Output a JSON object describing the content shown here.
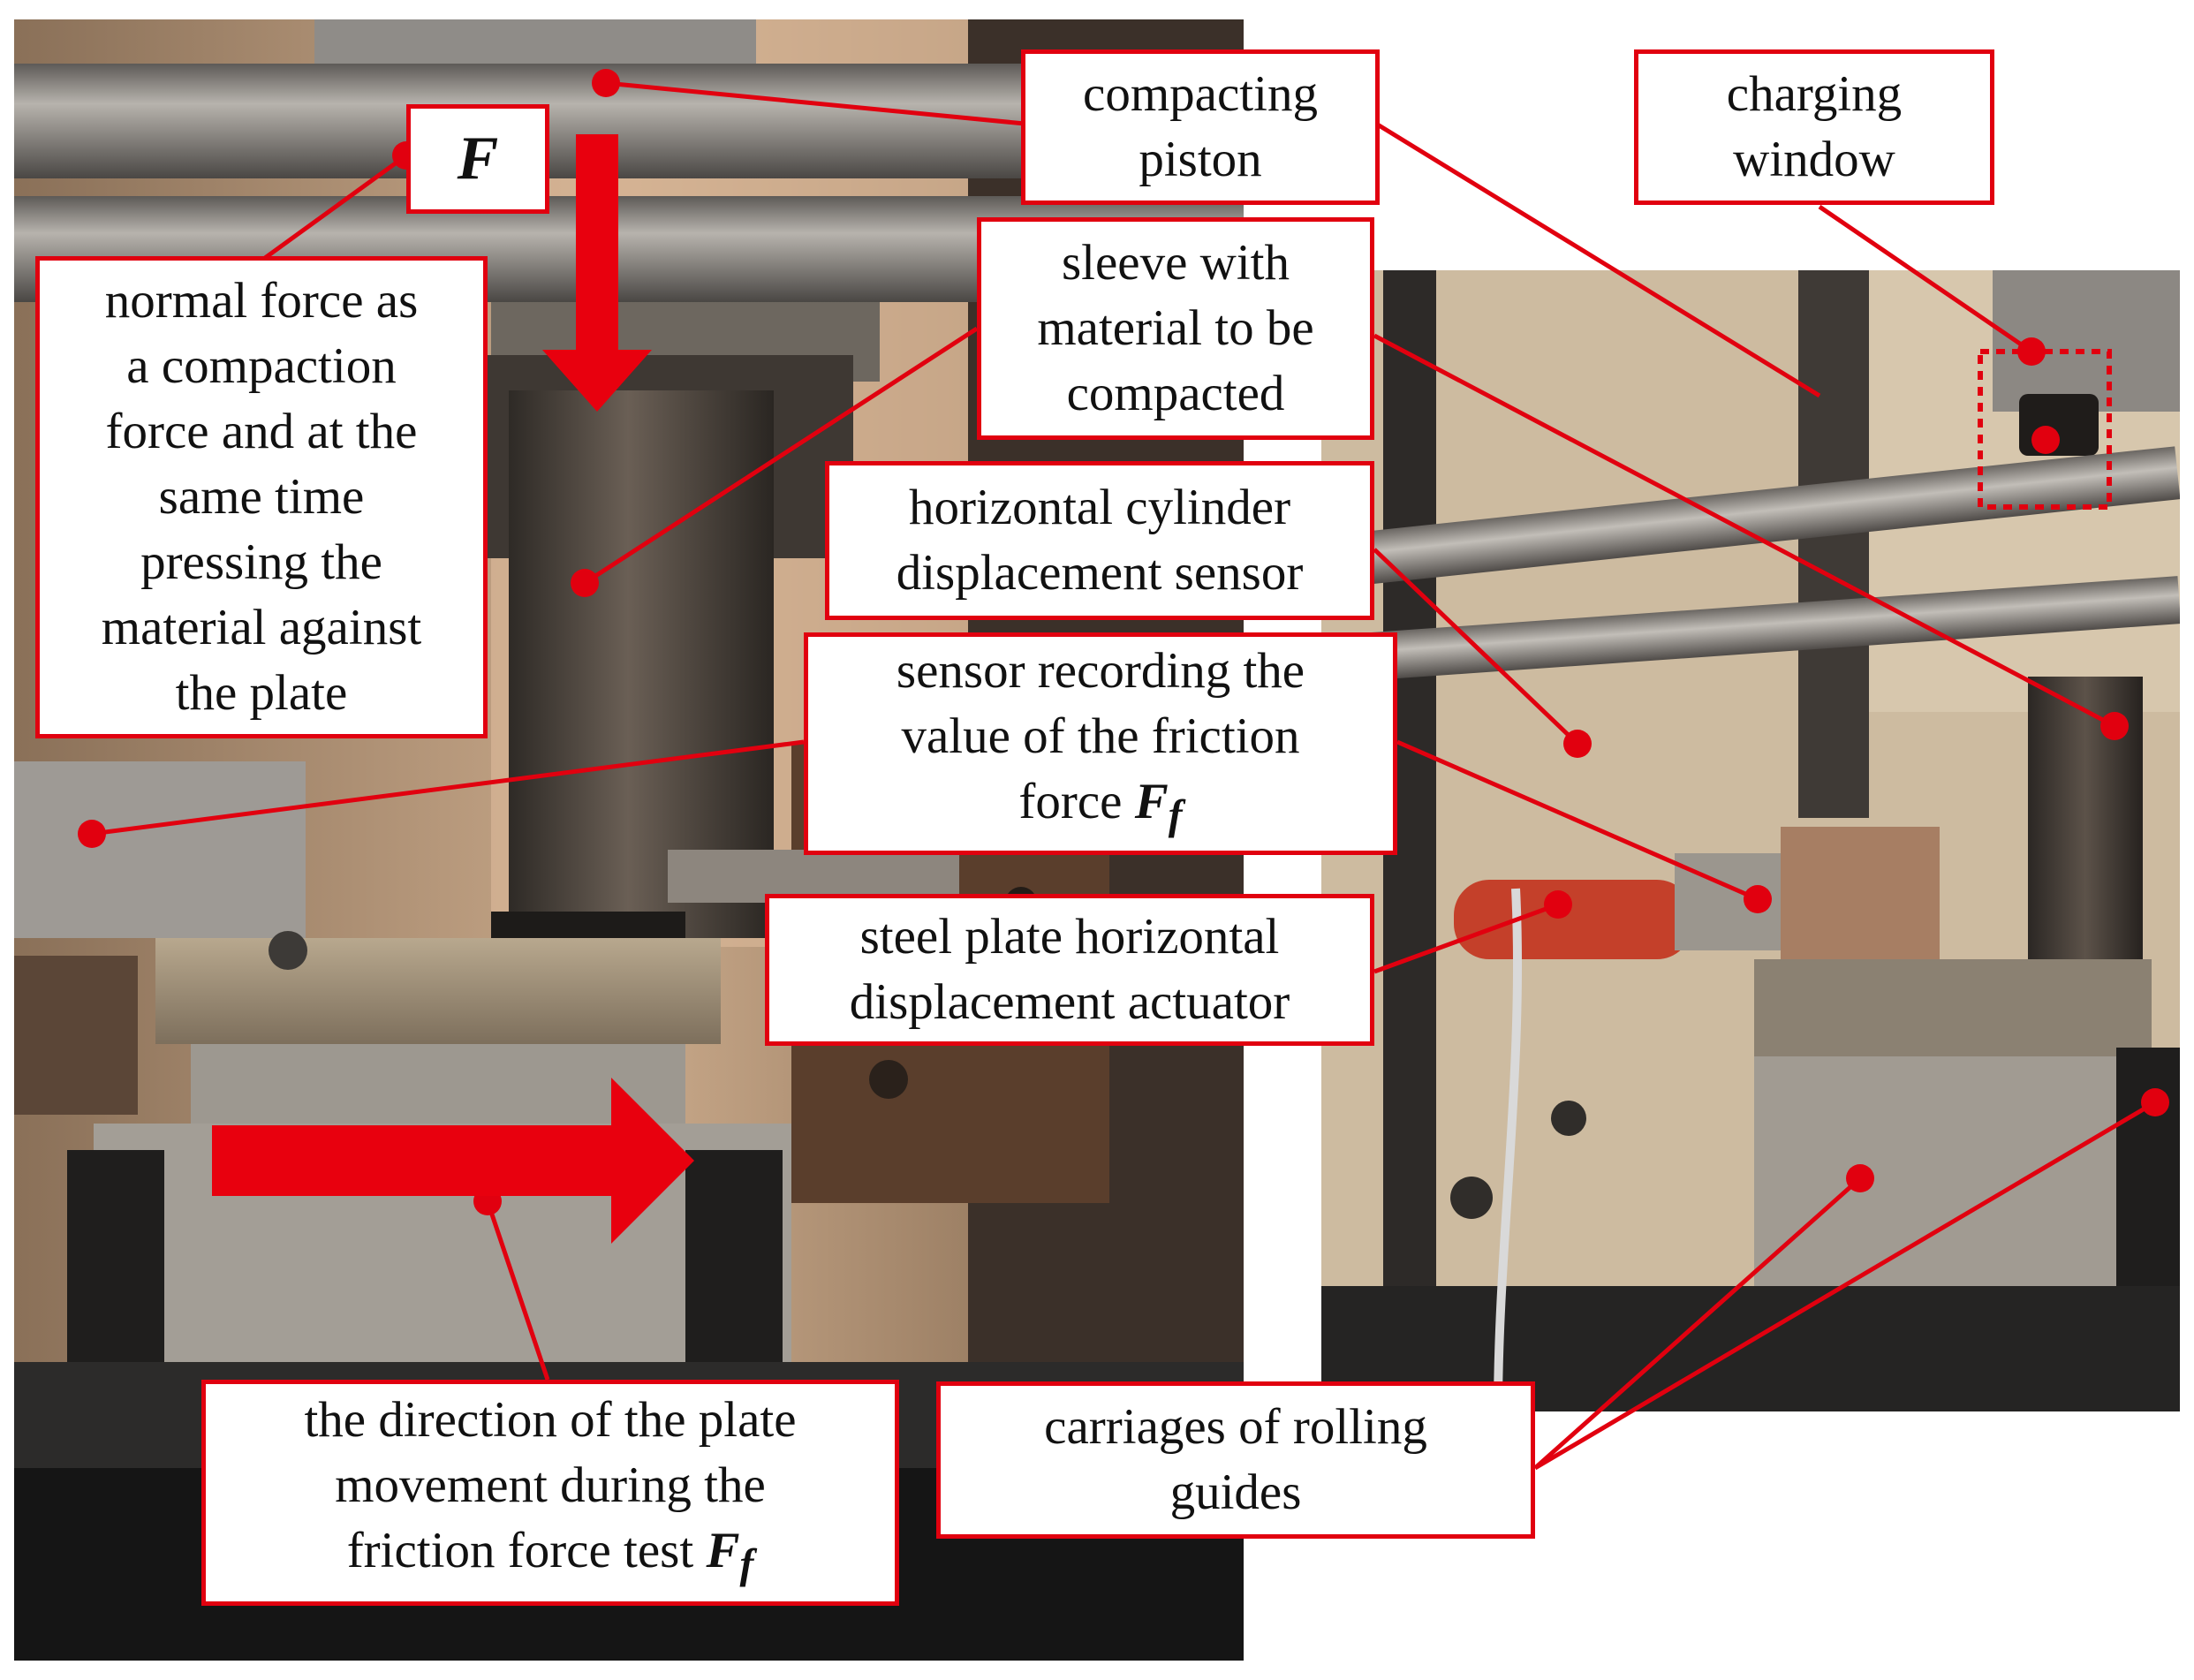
{
  "labels": {
    "force_symbol": "F",
    "normal_force": "normal force as\na compaction\nforce and at the\nsame time\npressing the\nmaterial against\nthe plate",
    "compacting_piston": "compacting\npiston",
    "charging_window": "charging\nwindow",
    "sleeve": "sleeve with\nmaterial to be\ncompacted",
    "cylinder_sensor": "horizontal cylinder\ndisplacement sensor",
    "friction_sensor_text": "sensor recording the\nvalue of the friction\nforce ",
    "friction_symbol": "F",
    "friction_subscript": "f",
    "actuator": "steel plate horizontal\ndisplacement actuator",
    "direction_text": "the direction of the plate\nmovement during the\nfriction force test ",
    "direction_symbol": "F",
    "direction_subscript": "f",
    "carriages": "carriages of rolling\nguides"
  },
  "colors": {
    "callout_border": "#e1000f",
    "leader_line": "#e1000f",
    "arrow": "#e8000e"
  }
}
